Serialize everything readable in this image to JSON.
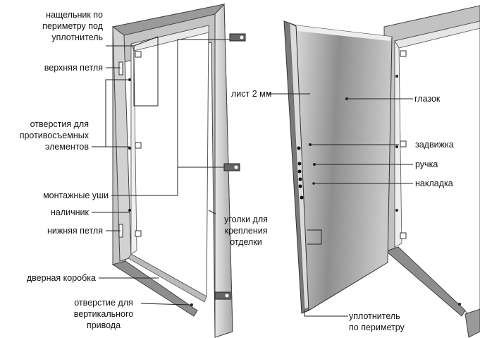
{
  "labels": {
    "strike_plate": [
      "нащельник по",
      "периметру под",
      "уплотнитель"
    ],
    "top_hinge": "верхняя петля",
    "anti_removal": [
      "отверстия для",
      "противосъемных",
      "элементов"
    ],
    "mounting_ears": "монтажные уши",
    "casing": "наличник",
    "bottom_hinge": "нижняя петля",
    "door_frame": "дверная коробка",
    "vertical_drive_hole": [
      "отверстие для",
      "вертикального",
      "привода"
    ],
    "sheet": "лист 2 мм",
    "trim_corners": [
      "уголки для",
      "крепления",
      "отделки"
    ],
    "peephole": "глазок",
    "bolt": "задвижка",
    "handle": "ручка",
    "cover_plate": "накладка",
    "seal": [
      "уплотнитель",
      "по периметру"
    ]
  }
}
